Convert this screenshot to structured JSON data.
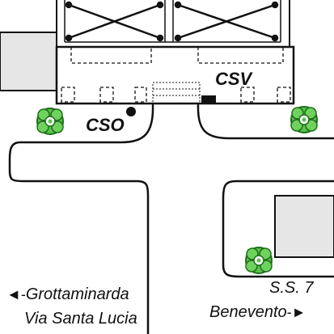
{
  "map": {
    "labels": {
      "csv": "CSV",
      "cso": "CSO",
      "ss7": "S.S. 7",
      "benevento": "Benevento",
      "grottaminarda": "Grottaminarda",
      "via_santa_lucia": "Via Santa Lucia"
    },
    "arrows": {
      "left": "◄-",
      "right": "-►"
    },
    "colors": {
      "ink": "#111111",
      "building_fill": "#e6e6e6",
      "tree_fill": "#58c24a",
      "tree_outline": "#1e6e1a"
    },
    "icons": [
      "tree-icon",
      "marker-dot-icon",
      "arrow-left-icon",
      "arrow-right-icon"
    ]
  }
}
